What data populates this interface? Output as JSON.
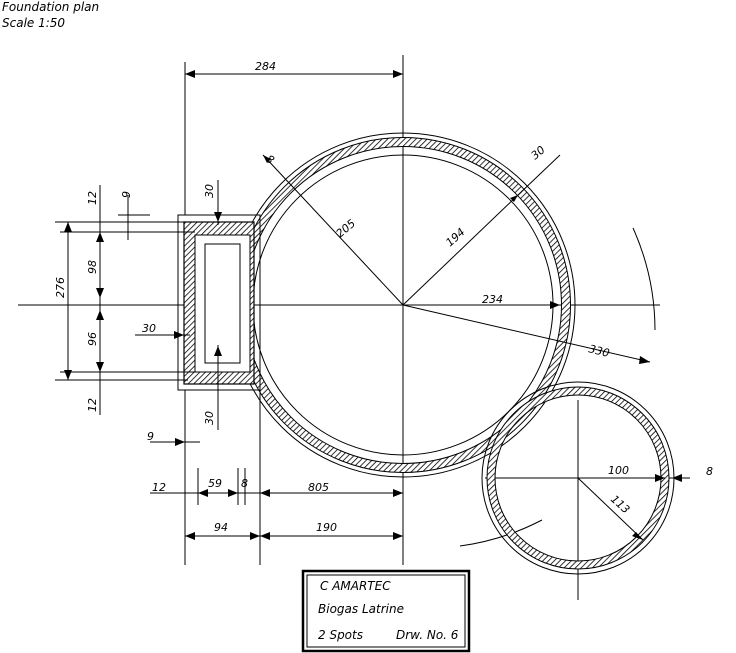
{
  "header": {
    "line1": "Foundation plan",
    "line2": "Scale 1:50"
  },
  "dimensions": {
    "d284": "284",
    "d8_top": "8",
    "d30_top": "30",
    "d205": "205",
    "d194": "194",
    "d234": "234",
    "d330": "330",
    "d100": "100",
    "d8_right": "8",
    "d113": "113",
    "d12_top": "12",
    "d9_top": "9",
    "d276": "276",
    "d98": "98",
    "d96": "96",
    "d12_bot": "12",
    "d30_side_top": "30",
    "d30_left": "30",
    "d30_side_bot": "30",
    "d9_low": "9",
    "d12_low": "12",
    "d59": "59",
    "d8_low": "8",
    "d805": "805",
    "d94": "94",
    "d190": "190"
  },
  "title_block": {
    "company": "C AMARTEC",
    "project": "Biogas  Latrine",
    "spots": "2  Spots",
    "drawing_no": "Drw. No. 6"
  }
}
